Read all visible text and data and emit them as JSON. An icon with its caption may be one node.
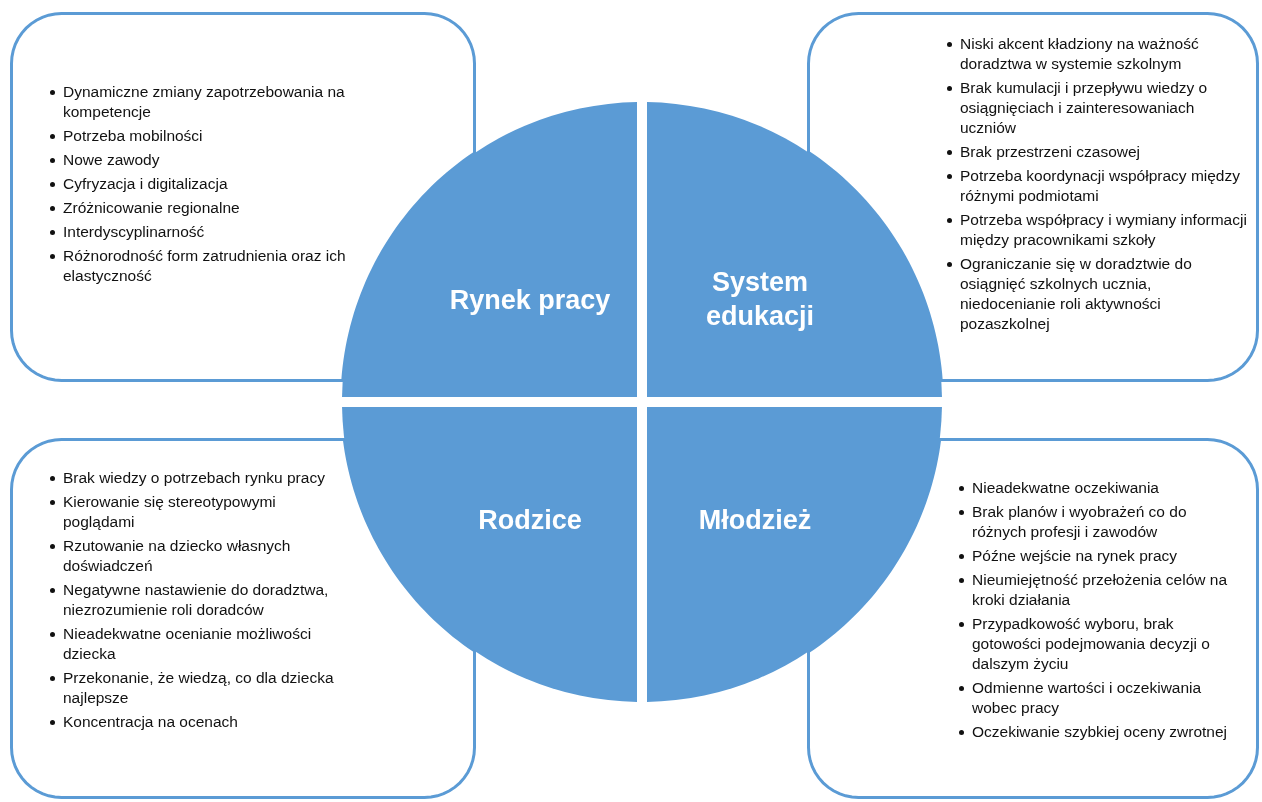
{
  "diagram": {
    "nodes": [
      {
        "text": [
          "Dynamiczne zmiany zapotrzebowania na kompetencje",
          "Potrzeba mobilności",
          "Nowe zawody",
          "Cyfryzacja i digitalizacja",
          "Zróżnicowanie regionalne",
          "Interdyscyplinarność",
          "Różnorodność form zatrudnienia oraz ich elastyczność"
        ]
      },
      {
        "text": [
          "Rynek pracy"
        ]
      },
      {
        "text": [
          "System edukacji"
        ]
      },
      {
        "text": [
          "Niski akcent kładziony na ważność doradztwa w systemie szkolnym",
          "Brak kumulacji i przepływu wiedzy o osiągnięciach i zainteresowaniach uczniów",
          "Brak przestrzeni czasowej",
          "Potrzeba koordynacji współpracy między różnymi podmiotami",
          "Potrzeba współpracy i wymiany informacji między pracownikami szkoły",
          "Ograniczanie się w doradztwie do osiągnięć szkolnych ucznia, niedocenianie roli aktywności pozaszkolnej"
        ]
      },
      {
        "text": [
          "Brak wiedzy o potrzebach rynku pracy",
          "Kierowanie się stereotypowymi poglądami",
          "Rzutowanie na dziecko własnych doświadczeń",
          "Negatywne nastawienie do doradztwa, niezrozumienie roli doradców",
          "Nieadekwatne ocenianie możliwości dziecka",
          "Przekonanie, że wiedzą, co dla dziecka najlepsze",
          "Koncentracja na ocenach"
        ]
      },
      {
        "text": [
          "Rodzice"
        ]
      },
      {
        "text": [
          "Młodzież"
        ]
      },
      {
        "text": [
          "Nieadekwatne oczekiwania",
          "Brak planów i wyobrażeń co do różnych profesji i zawodów",
          "Późne wejście na rynek pracy",
          "Nieumiejętność przełożenia celów na kroki działania",
          "Przypadkowość wyboru, brak gotowości podejmowania decyzji o dalszym życiu",
          "Odmienne wartości i oczekiwania wobec pracy",
          "Oczekiwanie szybkiej oceny zwrotnej"
        ]
      }
    ]
  }
}
